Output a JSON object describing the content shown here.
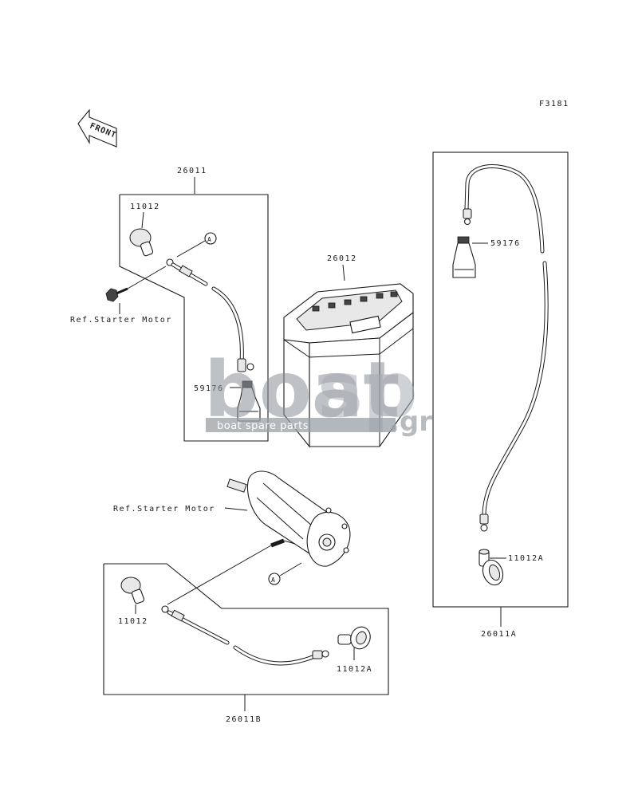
{
  "figure_code": "F3181",
  "front_label": "FRONT",
  "callout_a": "A",
  "ref_note": "Ref.Starter Motor",
  "parts": {
    "cable_main": "26011",
    "cable_a": "26011A",
    "cable_b": "26011B",
    "battery": "26012",
    "cap": "11012",
    "cap_a": "11012A",
    "boot": "59176"
  },
  "watermark": {
    "brand_left": "boat",
    "brand_right": "sp",
    "suffix": ".gr",
    "tagline": "boat spare parts"
  }
}
